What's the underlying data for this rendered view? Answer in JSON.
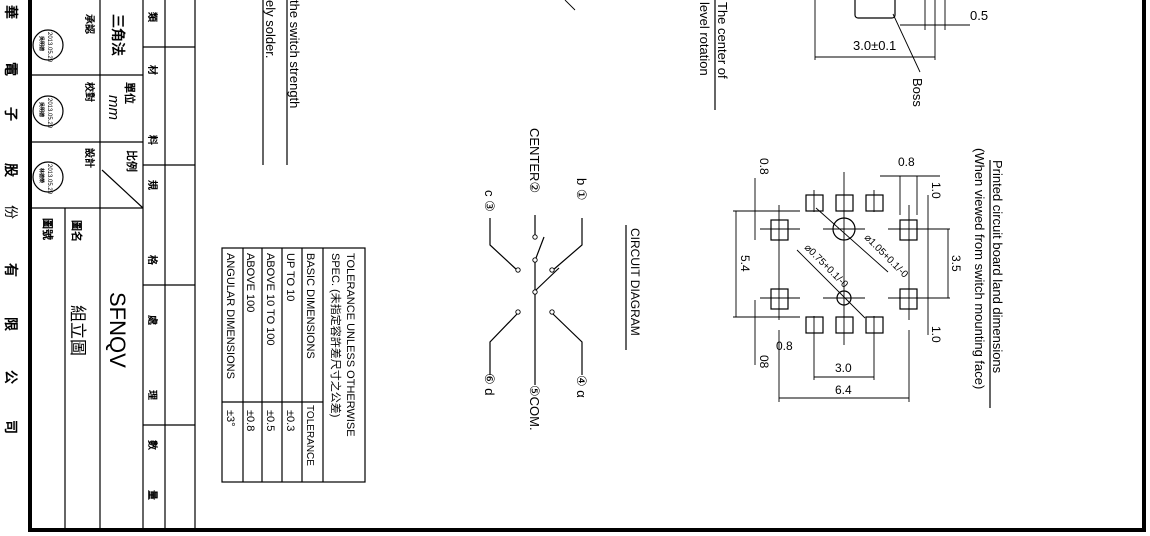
{
  "company": [
    "華",
    "電",
    "子",
    "股",
    "份",
    "有",
    "限",
    "公",
    "司"
  ],
  "title_block": {
    "row_headers": [
      "類",
      "材",
      "料",
      "規",
      "格",
      "處",
      "理",
      "數",
      "量"
    ],
    "projection": "三角法",
    "unit_label": "單位",
    "unit_value": "mm",
    "scale_label": "比例",
    "approved_label": "承認",
    "checked_label": "校對",
    "designed_label": "設計",
    "drawing_name_label": "圖名",
    "drawing_no_label": "圖號",
    "part_number": "SFNQV",
    "drawing_name": "組立圖",
    "stamps": [
      {
        "date": "2013.05.29",
        "name": "吳明德"
      },
      {
        "date": "2013.05.29",
        "name": "吳明德"
      },
      {
        "date": "2013.05.29",
        "name": "林德榮"
      }
    ]
  },
  "notes": {
    "line1": "the switch strength",
    "line2": "ely solder.",
    "line3": "The center of",
    "line4": "level rotation"
  },
  "tolerance_table": {
    "title1": "TOLERANCE UNLESS OTHERWISE",
    "title2": "SPEC. (未指定容許差尺寸之公差)",
    "header": [
      "BASIC DIMENSIONS",
      "TOLERANCE"
    ],
    "rows": [
      [
        "UP TO 10",
        "±0.3"
      ],
      [
        "ABOVE 10 TO 100",
        "±0.5"
      ],
      [
        "ABOVE 100",
        "±0.8"
      ],
      [
        "ANGULAR DIMENSIONS",
        "±3°"
      ]
    ]
  },
  "circuit": {
    "title": "CIRCUIT DIAGRAM",
    "pin1": "b ①",
    "pin2": "CENTER②",
    "pin3": "c ③",
    "pin4": "④ α",
    "pin5": "⑤COM.",
    "pin6": "⑥ d"
  },
  "top_view": {
    "dim_width": "3.0±0.1",
    "dim_small": "0.5",
    "boss_label": "Boss"
  },
  "pcb": {
    "title": "Printed circuit board land dimensions",
    "subtitle": "(When viewed from switch mounting face)",
    "dims": {
      "top_08": "0.8",
      "top_10": "1.0",
      "d35": "3.5",
      "bottom_10": "1.0",
      "left_08": "0.8",
      "d54": "5.4",
      "bottom_08": "0.8",
      "d08b": "08",
      "d30": "3.0",
      "d64": "6.4",
      "hole1": "⌀1.05+0.1/-0",
      "hole2": "⌀0.75+0.1/-0"
    }
  }
}
